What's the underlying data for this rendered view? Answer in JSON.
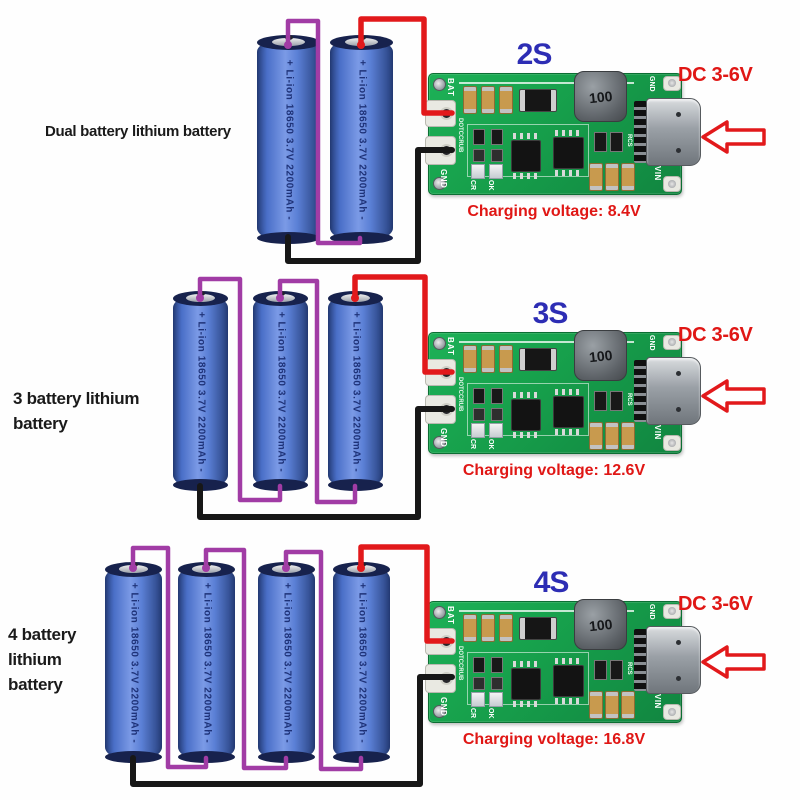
{
  "colors": {
    "wire_red": "#e2191b",
    "wire_purple": "#a13ca5",
    "wire_black": "#171717",
    "pcb_green": "#17a14c",
    "battery_blue": "#4d74cf",
    "s_label_blue": "#2d2db4",
    "red_text": "#e01715",
    "label_black": "#1a1a1a"
  },
  "battery": {
    "label": "+ Li-ion 18650 3.7V 2200mAh -"
  },
  "board": {
    "bat": "BAT",
    "gnd": "GND",
    "silkscreen": "DOTCCRUB",
    "inductor": "100",
    "cr": "CR",
    "ok": "OK",
    "rcs": "RCS",
    "gnd_right": "GND",
    "vin": "VIN"
  },
  "rows": [
    {
      "cells": 2,
      "label_lines": [
        "Dual battery lithium battery"
      ],
      "s_label": "2S",
      "dc_label": "DC 3-6V",
      "charging_label": "Charging voltage: 8.4V"
    },
    {
      "cells": 3,
      "label_lines": [
        "3 battery lithium",
        "battery"
      ],
      "s_label": "3S",
      "dc_label": "DC 3-6V",
      "charging_label": "Charging voltage: 12.6V"
    },
    {
      "cells": 4,
      "label_lines": [
        "4 battery",
        "lithium",
        "battery"
      ],
      "s_label": "4S",
      "dc_label": "DC 3-6V",
      "charging_label": "Charging voltage: 16.8V"
    }
  ]
}
